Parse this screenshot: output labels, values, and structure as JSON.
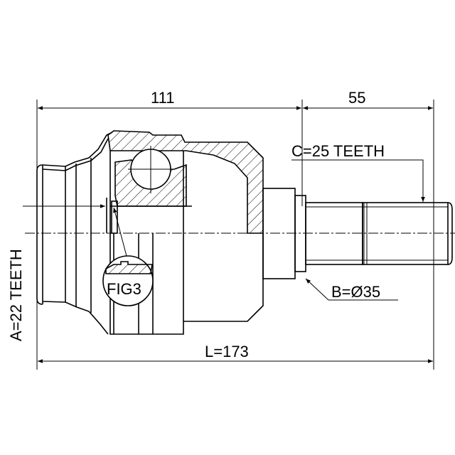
{
  "dimensions": {
    "inner_length": "111",
    "shaft_length": "55",
    "total_length": "L=173",
    "outer_spline": "C=25 TEETH",
    "inner_spline": "A=22 TEETH",
    "shaft_diameter": "B=Ø35",
    "detail_label": "FIG3"
  }
}
